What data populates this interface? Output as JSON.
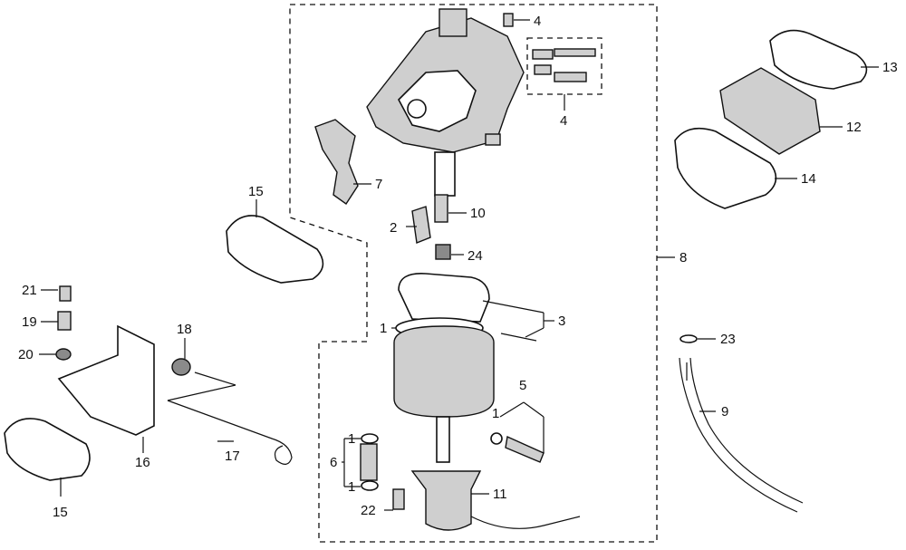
{
  "diagram": {
    "labels": {
      "p1_top": "1",
      "p1_a": "1",
      "p1_b": "1",
      "p1_c": "1",
      "p2": "2",
      "p3": "3",
      "p4_top": "4",
      "p4_mid": "4",
      "p5": "5",
      "p6": "6",
      "p7": "7",
      "p8": "8",
      "p9": "9",
      "p10": "10",
      "p11": "11",
      "p12": "12",
      "p13": "13",
      "p14": "14",
      "p15_top": "15",
      "p15_bot": "15",
      "p16": "16",
      "p17": "17",
      "p18": "18",
      "p19": "19",
      "p20": "20",
      "p21": "21",
      "p22": "22",
      "p23": "23",
      "p24": "24"
    }
  }
}
